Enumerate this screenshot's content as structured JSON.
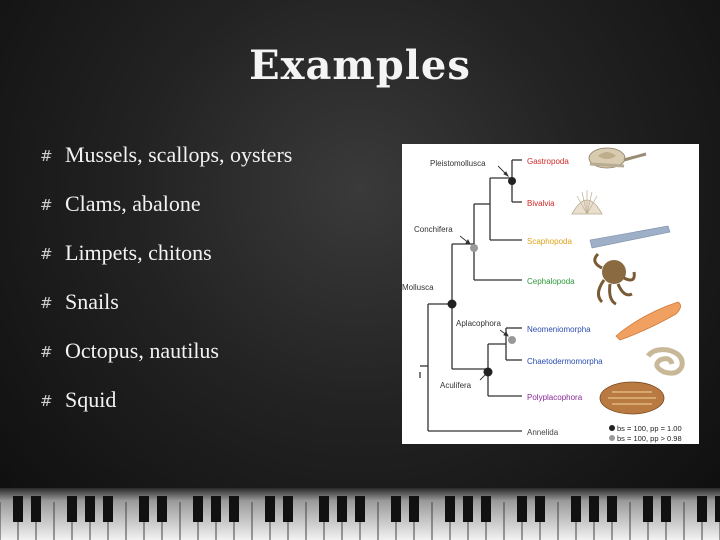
{
  "slide": {
    "title": "Examples",
    "bullet_glyph": "#",
    "bullets": [
      "Mussels, scallops, oysters",
      "Clams, abalone",
      "Limpets, chitons",
      "Snails",
      "Octopus, nautilus",
      "Squid"
    ]
  },
  "tree": {
    "clades": {
      "pleistomollusca": "Pleistomollusca",
      "conchifera": "Conchifera",
      "mollusca": "Mollusca",
      "aplacophora": "Aplacophora",
      "aculifera": "Aculifera"
    },
    "taxa": [
      {
        "name": "Gastropoda",
        "color": "#d12a2a"
      },
      {
        "name": "Bivalvia",
        "color": "#d12a2a"
      },
      {
        "name": "Scaphopoda",
        "color": "#e0a21a"
      },
      {
        "name": "Cephalopoda",
        "color": "#2e9a3a"
      },
      {
        "name": "Neomeniomorpha",
        "color": "#2a4db0"
      },
      {
        "name": "Chaetodermomorpha",
        "color": "#2a4db0"
      },
      {
        "name": "Polyplacophora",
        "color": "#8a2a9a"
      },
      {
        "name": "Annelida",
        "color": "#444444"
      }
    ],
    "legend": [
      {
        "label": "bs = 100, pp = 1.00",
        "color": "#222222"
      },
      {
        "label": "bs = 100, pp > 0.98",
        "color": "#999999"
      }
    ]
  },
  "colors": {
    "background": "#222222",
    "title": "#f4f4f4",
    "text": "#f2f2f2",
    "node_strong": "#222222",
    "node_weak": "#999999"
  }
}
